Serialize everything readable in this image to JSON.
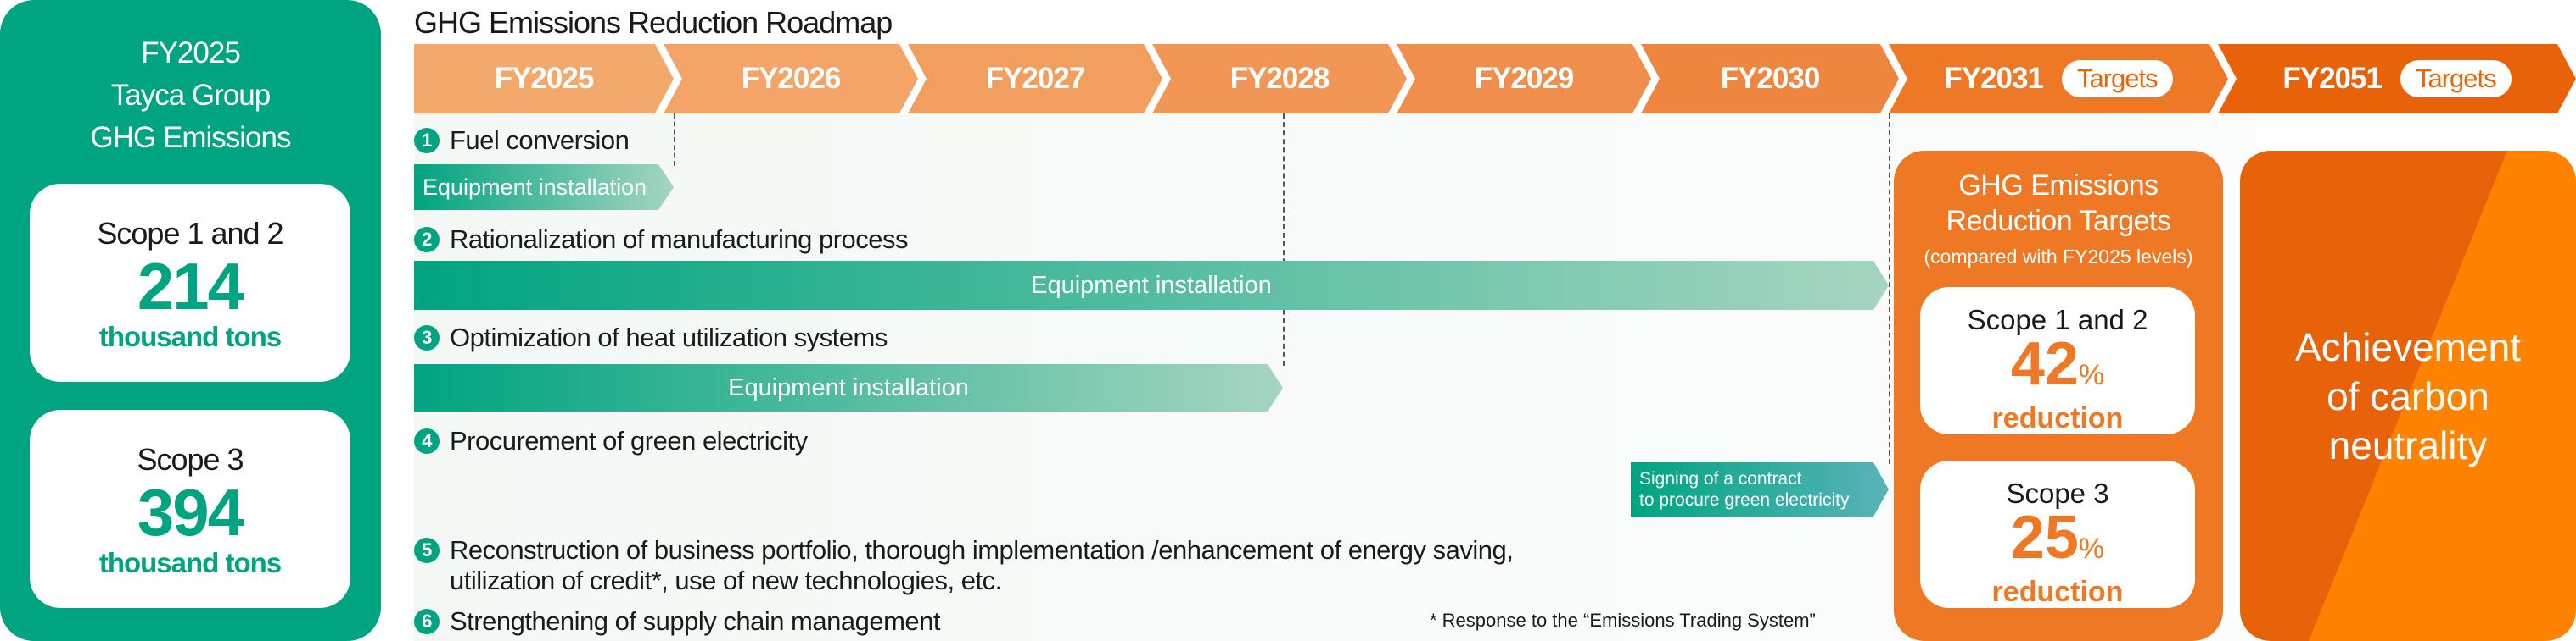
{
  "left_panel": {
    "heading": [
      "FY2025",
      "Tayca Group",
      "GHG Emissions"
    ],
    "boxes": [
      {
        "label": "Scope 1 and 2",
        "value": "214",
        "unit": "thousand tons"
      },
      {
        "label": "Scope 3",
        "value": "394",
        "unit": "thousand tons"
      }
    ]
  },
  "roadmap": {
    "title": "GHG Emissions Reduction Roadmap",
    "years": [
      "FY2025",
      "FY2026",
      "FY2027",
      "FY2028",
      "FY2029",
      "FY2030",
      "FY2031",
      "FY2051"
    ],
    "target_pill": "Targets",
    "items": [
      {
        "num": "1",
        "text": "Fuel conversion",
        "bar": "Equipment installation"
      },
      {
        "num": "2",
        "text": "Rationalization of manufacturing process",
        "bar": "Equipment installation"
      },
      {
        "num": "3",
        "text": "Optimization of heat utilization systems",
        "bar": "Equipment installation"
      },
      {
        "num": "4",
        "text": "Procurement of green electricity",
        "bar": "Signing of a contract\nto procure green electricity"
      },
      {
        "num": "5",
        "text": "Reconstruction of business portfolio, thorough implementation /enhancement of energy saving,\nutilization of credit*, use of new technologies, etc."
      },
      {
        "num": "6",
        "text": "Strengthening of supply chain management"
      }
    ],
    "footnote": "* Response to the “Emissions Trading System”"
  },
  "targets": {
    "heading": "GHG Emissions\nReduction Targets",
    "subheading": "(compared with FY2025 levels)",
    "boxes": [
      {
        "label": "Scope 1 and 2",
        "value": "42",
        "unit": "%",
        "note": "reduction"
      },
      {
        "label": "Scope 3",
        "value": "25",
        "unit": "%",
        "note": "reduction"
      }
    ]
  },
  "goal": {
    "text": "Achievement\nof carbon\nneutrality"
  },
  "colors": {
    "green": "#00a480",
    "orange": "#ee7823",
    "dark_orange": "#e8620a"
  }
}
